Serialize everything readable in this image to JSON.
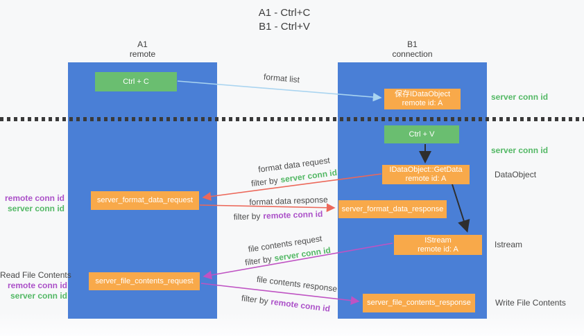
{
  "title": {
    "line1": "A1 - Ctrl+C",
    "line2": "B1 - Ctrl+V"
  },
  "lanes": {
    "left": {
      "name": "A1",
      "subtitle": "remote"
    },
    "right": {
      "name": "B1",
      "subtitle": "connection"
    }
  },
  "nodes": {
    "ctrl_c": {
      "label": "Ctrl + C"
    },
    "save_idataobject": {
      "line1": "保存IDataObject",
      "line2": "remote id: A"
    },
    "ctrl_v": {
      "label": "Ctrl + V"
    },
    "getdata": {
      "line1": "IDataObject::GetData",
      "line2": "remote id: A"
    },
    "server_format_data_request": {
      "label": "server_format_data_request"
    },
    "server_format_data_response": {
      "label": "server_format_data_response"
    },
    "istream": {
      "line1": "IStream",
      "line2": "remote id: A"
    },
    "server_file_contents_request": {
      "label": "server_file_contents_request"
    },
    "server_file_contents_response": {
      "label": "server_file_contents_response"
    }
  },
  "edge_labels": {
    "format_list": "format list",
    "format_data_request": "format data request",
    "format_data_response": "format data response",
    "file_contents_request": "file contents request",
    "file_contents_response": "file contents response",
    "filter_by": "filter by",
    "server_conn_id": "server conn id",
    "remote_conn_id": "remote conn id"
  },
  "side_labels": {
    "server_conn_id_top": "server conn id",
    "server_conn_id_mid": "server conn id",
    "dataobject": "DataObject",
    "istream": "Istream",
    "write_file_contents": "Write File Contents",
    "read_file_contents": "Read File Contents",
    "remote_conn_id_1": "remote conn id",
    "server_conn_id_1": "server conn id",
    "remote_conn_id_2": "remote conn id",
    "server_conn_id_2": "server conn id"
  },
  "colors": {
    "lane_blue": "#4a7fd6",
    "node_green": "#6abe70",
    "node_orange": "#f8a94a",
    "arrow_red": "#ec685a",
    "arrow_magenta": "#bf53c3",
    "arrow_light_blue": "#a9d4f0",
    "arrow_black": "#2e2e2e",
    "label_green": "#53b865",
    "label_purple": "#ab50c8"
  }
}
